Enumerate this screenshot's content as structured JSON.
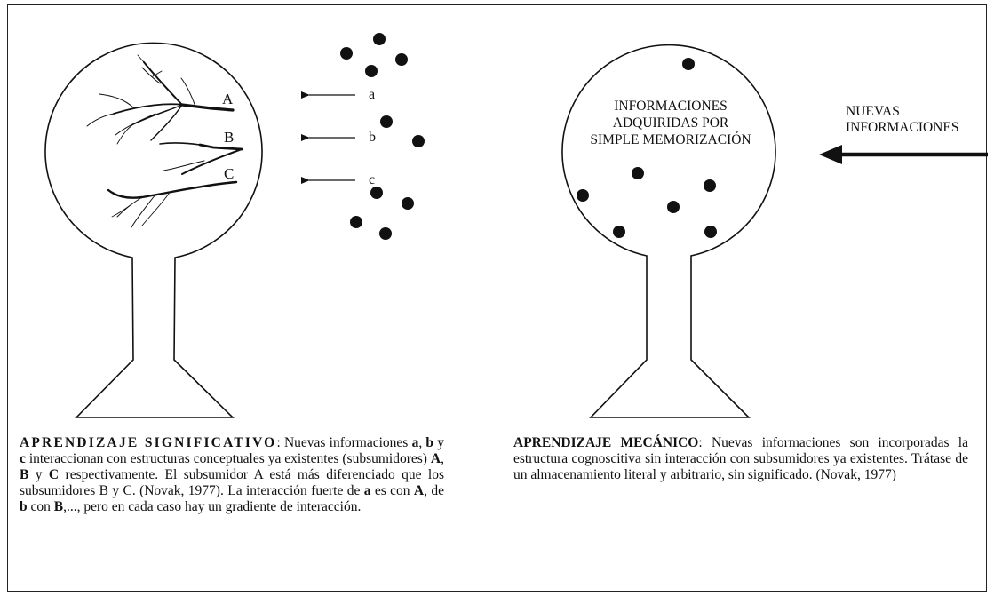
{
  "left_panel": {
    "branch_labels": [
      "A",
      "B",
      "C"
    ],
    "arrow_labels": [
      "a",
      "b",
      "c"
    ],
    "caption": {
      "title": "APRENDIZAJE SIGNIFICATIVO",
      "sep": ": ",
      "t1": "Nuevas informaciones ",
      "b_a": "a",
      "t2": ", ",
      "b_b": "b",
      "t3": " y ",
      "b_c": "c",
      "t4": " interaccionan con estructuras conceptuales ya existentes (subsumidores) ",
      "b_A": "A",
      "t5": ", ",
      "b_B": "B",
      "t6": " y ",
      "b_C": "C",
      "t7": " respectivamente. El subsumidor A está más diferenciado que los subsumidores B y C. (Novak, 1977). La interacción fuerte de ",
      "b_a2": "a",
      "t8": " es con ",
      "b_A2": "A",
      "t9": ", de ",
      "b_b2": "b",
      "t10": " con ",
      "b_B2": "B",
      "t11": ",..., pero en cada caso hay un gradiente de interacción."
    }
  },
  "right_panel": {
    "bulb_text": [
      "INFORMACIONES",
      "ADQUIRIDAS POR",
      "SIMPLE MEMORIZACIÓN"
    ],
    "arrow_text": [
      "NUEVAS",
      "INFORMACIONES"
    ],
    "caption": {
      "title": "APRENDIZAJE MECÁNICO",
      "body": ": Nuevas informaciones son incorporadas la estructura cognoscitiva sin interacción con subsumidores ya existentes. Trátase de un almacenamiento literal y arbitrario, sin significado. (Novak, 1977)"
    }
  },
  "colors": {
    "ink": "#111111",
    "background": "#ffffff"
  }
}
